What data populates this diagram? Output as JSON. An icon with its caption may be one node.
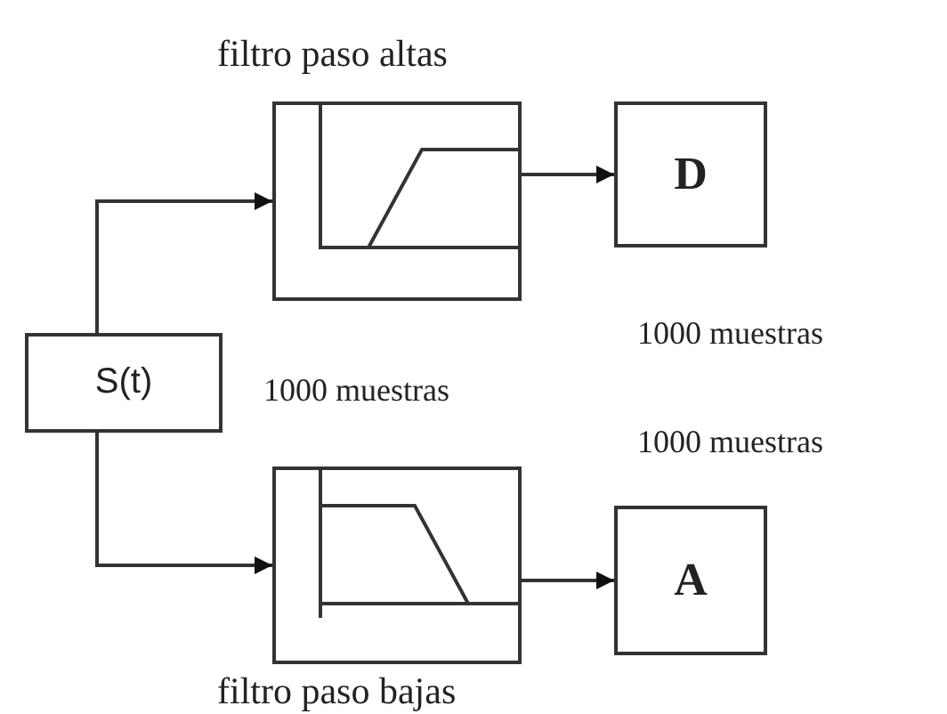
{
  "diagram": {
    "nodes": [
      {
        "text": [
          "S(t)"
        ],
        "beside": [
          "1000 muestras"
        ]
      },
      {
        "text": [
          "filtro paso altas"
        ]
      },
      {
        "text": [
          "D"
        ],
        "beside": [
          "1000 muestras"
        ]
      },
      {
        "text": [
          "filtro paso bajas"
        ]
      },
      {
        "text": [
          "A"
        ],
        "beside": [
          "1000 muestras"
        ]
      }
    ],
    "edges": [
      {
        "from": 0,
        "to": 1,
        "arrow": "to"
      },
      {
        "from": 1,
        "to": 2,
        "arrow": "to"
      },
      {
        "from": 0,
        "to": 3,
        "arrow": "to"
      },
      {
        "from": 3,
        "to": 4,
        "arrow": "to"
      }
    ]
  }
}
